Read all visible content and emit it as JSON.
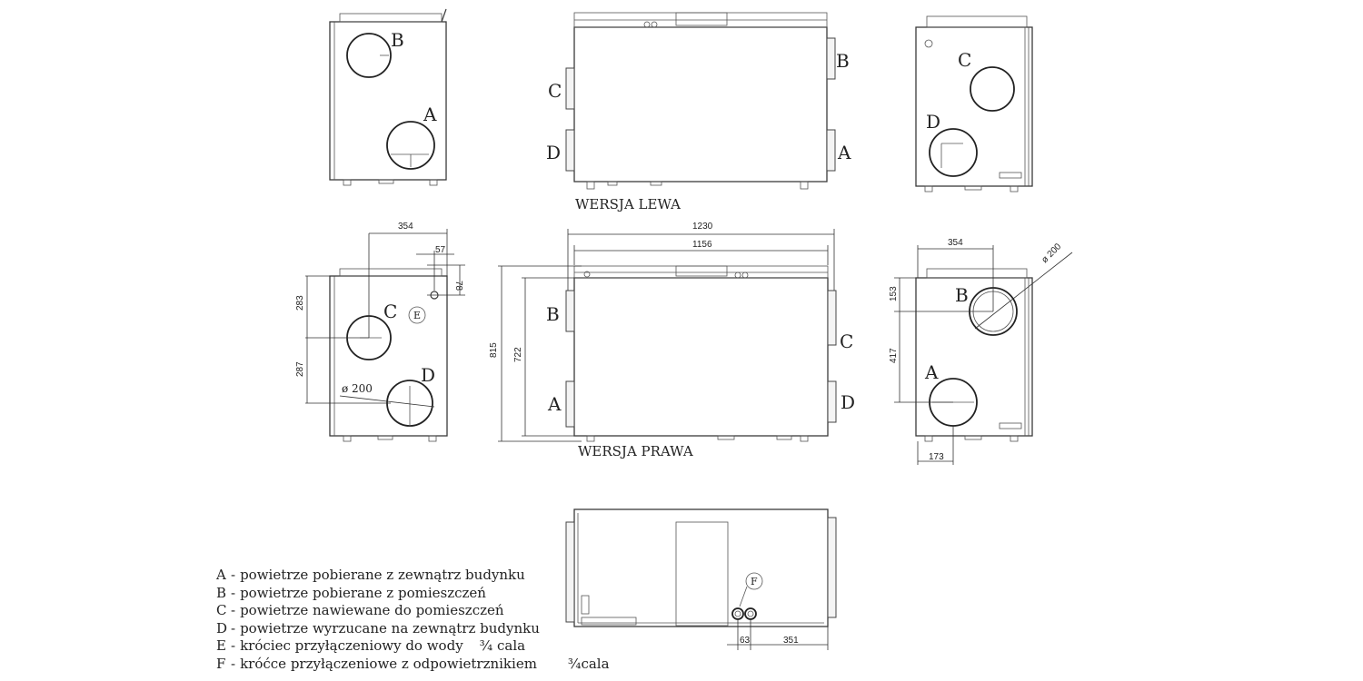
{
  "labels": {
    "a": "A",
    "b": "B",
    "c": "C",
    "d": "D",
    "e": "E",
    "f": "F"
  },
  "captions": {
    "left_version": "WERSJA LEWA",
    "right_version": "WERSJA PRAWA"
  },
  "dimensions": {
    "d354_left": "354",
    "d57": "57",
    "d78": "78",
    "d283": "283",
    "d287": "287",
    "dia200_left": "ø 200",
    "d1230": "1230",
    "d1156": "1156",
    "d815": "815",
    "d722": "722",
    "d354_right": "354",
    "dia200_right": "ø 200",
    "d153": "153",
    "d417": "417",
    "d173": "173",
    "d63": "63",
    "d351": "351"
  },
  "legend": [
    {
      "key": "A",
      "sep": "-",
      "text": "powietrze pobierane z zewnątrz budynku",
      "unit": ""
    },
    {
      "key": "B",
      "sep": "-",
      "text": "powietrze pobierane z pomieszczeń",
      "unit": ""
    },
    {
      "key": "C",
      "sep": "-",
      "text": "powietrze nawiewane do pomieszczeń",
      "unit": ""
    },
    {
      "key": "D",
      "sep": "-",
      "text": "powietrze wyrzucane na zewnątrz budynku",
      "unit": ""
    },
    {
      "key": "E",
      "sep": "-",
      "text": "króciec przyłączeniowy do wody",
      "unit": "¾ cala"
    },
    {
      "key": "F",
      "sep": "-",
      "text": "króćce przyłączeniowe z odpowietrznikiem",
      "unit": "¾cala"
    }
  ]
}
